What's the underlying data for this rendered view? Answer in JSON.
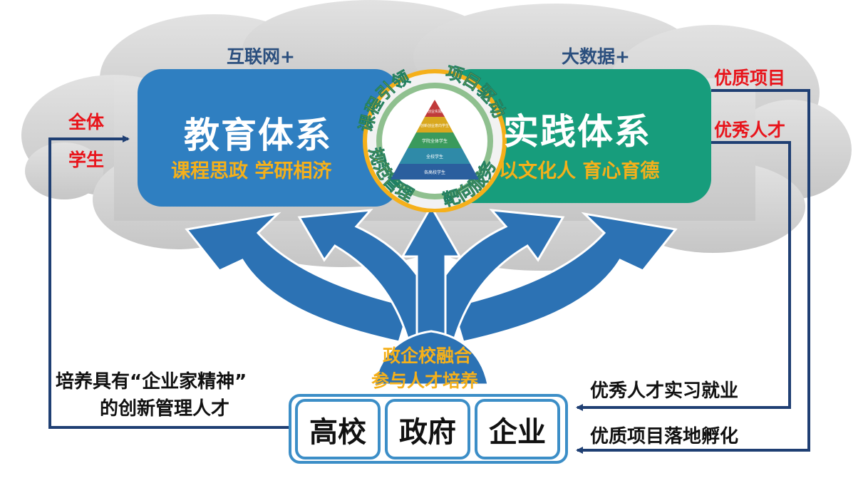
{
  "top_labels": {
    "left": "互联网+",
    "right": "大数据+"
  },
  "left_box": {
    "title": "教育体系",
    "subtitle": "课程思政 学研相济"
  },
  "right_box": {
    "title": "实践体系",
    "subtitle": "以文化人 育心育德"
  },
  "ring_text": {
    "top_left": "课程引领",
    "top_right": "项目驱动",
    "bottom_left": "规范管理",
    "bottom_right": "靶向服务"
  },
  "pyramid_levels": [
    "创新创业实践学生",
    "创新创业意向学生",
    "学院全体学生",
    "全校学生",
    "各高校学生"
  ],
  "left_input": {
    "line1": "全体",
    "line2": "学生"
  },
  "right_outputs": {
    "top": "优质项目",
    "bottom": "优秀人才"
  },
  "fusion": {
    "line1": "政企校融合",
    "line2": "参与人才培养"
  },
  "bottom_left_text": {
    "line1": "培养具有“企业家精神”",
    "line2": "的创新管理人才"
  },
  "bottom_right_text": {
    "line1": "优秀人才实习就业",
    "line2": "优质项目落地孵化"
  },
  "units": [
    "高校",
    "政府",
    "企业"
  ],
  "colors": {
    "left_box": "#2f7fc1",
    "right_box": "#179d7c",
    "accent_yellow": "#f5b01a",
    "arrow_blue": "#2c72b4",
    "line_navy": "#1f3f73",
    "red": "#e8141b",
    "cloud": "#cfcfcf"
  }
}
